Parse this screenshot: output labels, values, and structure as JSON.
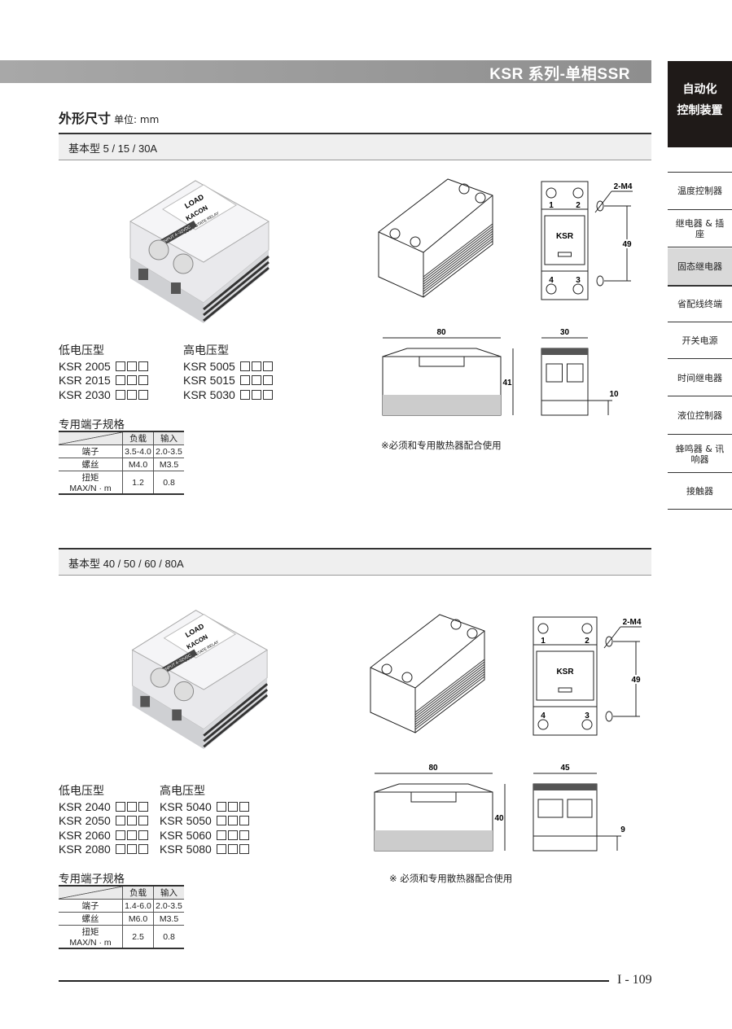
{
  "header": {
    "title": "KSR 系列-单相SSR"
  },
  "category_tab": {
    "line1": "自动化",
    "line2": "控制装置"
  },
  "section": {
    "title": "外形尺寸",
    "unit": "单位: mm"
  },
  "sidebar": {
    "items": [
      {
        "label": "温度控制器"
      },
      {
        "label": "继电器 & 插座"
      },
      {
        "label": "固态继电器",
        "active": true
      },
      {
        "label": "省配线终端"
      },
      {
        "label": "开关电源"
      },
      {
        "label": "时间继电器"
      },
      {
        "label": "液位控制器"
      },
      {
        "label": "蜂鸣器 & 讯响器"
      },
      {
        "label": "接触器"
      }
    ]
  },
  "group1": {
    "bar": "基本型 5 / 15 / 30A",
    "photo_label": {
      "load": "LOAD",
      "brand": "KACON",
      "type": "SOLID STATE RELAY",
      "input": "INPUT 4~32VDC"
    },
    "low": {
      "title": "低电压型",
      "models": [
        "KSR 2005",
        "KSR 2015",
        "KSR 2030"
      ]
    },
    "high": {
      "title": "高电压型",
      "models": [
        "KSR 5005",
        "KSR 5015",
        "KSR 5030"
      ]
    },
    "spec_title": "专用端子规格",
    "spec": {
      "cols": [
        "负载",
        "输入"
      ],
      "rows": [
        {
          "label": "端子",
          "values": [
            "3.5-4.0",
            "2.0-3.5"
          ]
        },
        {
          "label": "螺丝",
          "values": [
            "M4.0",
            "M3.5"
          ]
        },
        {
          "label": "扭矩",
          "label2": "MAX/N · m",
          "values": [
            "1.2",
            "0.8"
          ]
        }
      ]
    },
    "dims": {
      "hole": "2-M4",
      "pitch": "49",
      "length": "80",
      "height": "41",
      "width": "30",
      "fin": "10",
      "brand": "KSR",
      "t1": "1",
      "t2": "2",
      "t3": "3",
      "t4": "4"
    },
    "note": "※必须和专用散热器配合使用"
  },
  "group2": {
    "bar": "基本型 40 / 50 / 60 / 80A",
    "photo_label": {
      "load": "LOAD",
      "brand": "KACON",
      "type": "SOLID STATE RELAY",
      "input": "INPUT 4~32VDC"
    },
    "low": {
      "title": "低电压型",
      "models": [
        "KSR 2040",
        "KSR 2050",
        "KSR 2060",
        "KSR 2080"
      ]
    },
    "high": {
      "title": "高电压型",
      "models": [
        "KSR 5040",
        "KSR 5050",
        "KSR 5060",
        "KSR 5080"
      ]
    },
    "spec_title": "专用端子规格",
    "spec": {
      "cols": [
        "负载",
        "输入"
      ],
      "rows": [
        {
          "label": "端子",
          "values": [
            "1.4-6.0",
            "2.0-3.5"
          ]
        },
        {
          "label": "螺丝",
          "values": [
            "M6.0",
            "M3.5"
          ]
        },
        {
          "label": "扭矩",
          "label2": "MAX/N · m",
          "values": [
            "2.5",
            "0.8"
          ]
        }
      ]
    },
    "dims": {
      "hole": "2-M4",
      "pitch": "49",
      "length": "80",
      "height": "40",
      "width": "45",
      "fin": "9",
      "brand": "KSR",
      "t1": "1",
      "t2": "2",
      "t3": "3",
      "t4": "4"
    },
    "note": "※ 必须和专用散热器配合使用"
  },
  "footer": {
    "page": "I - 109"
  }
}
